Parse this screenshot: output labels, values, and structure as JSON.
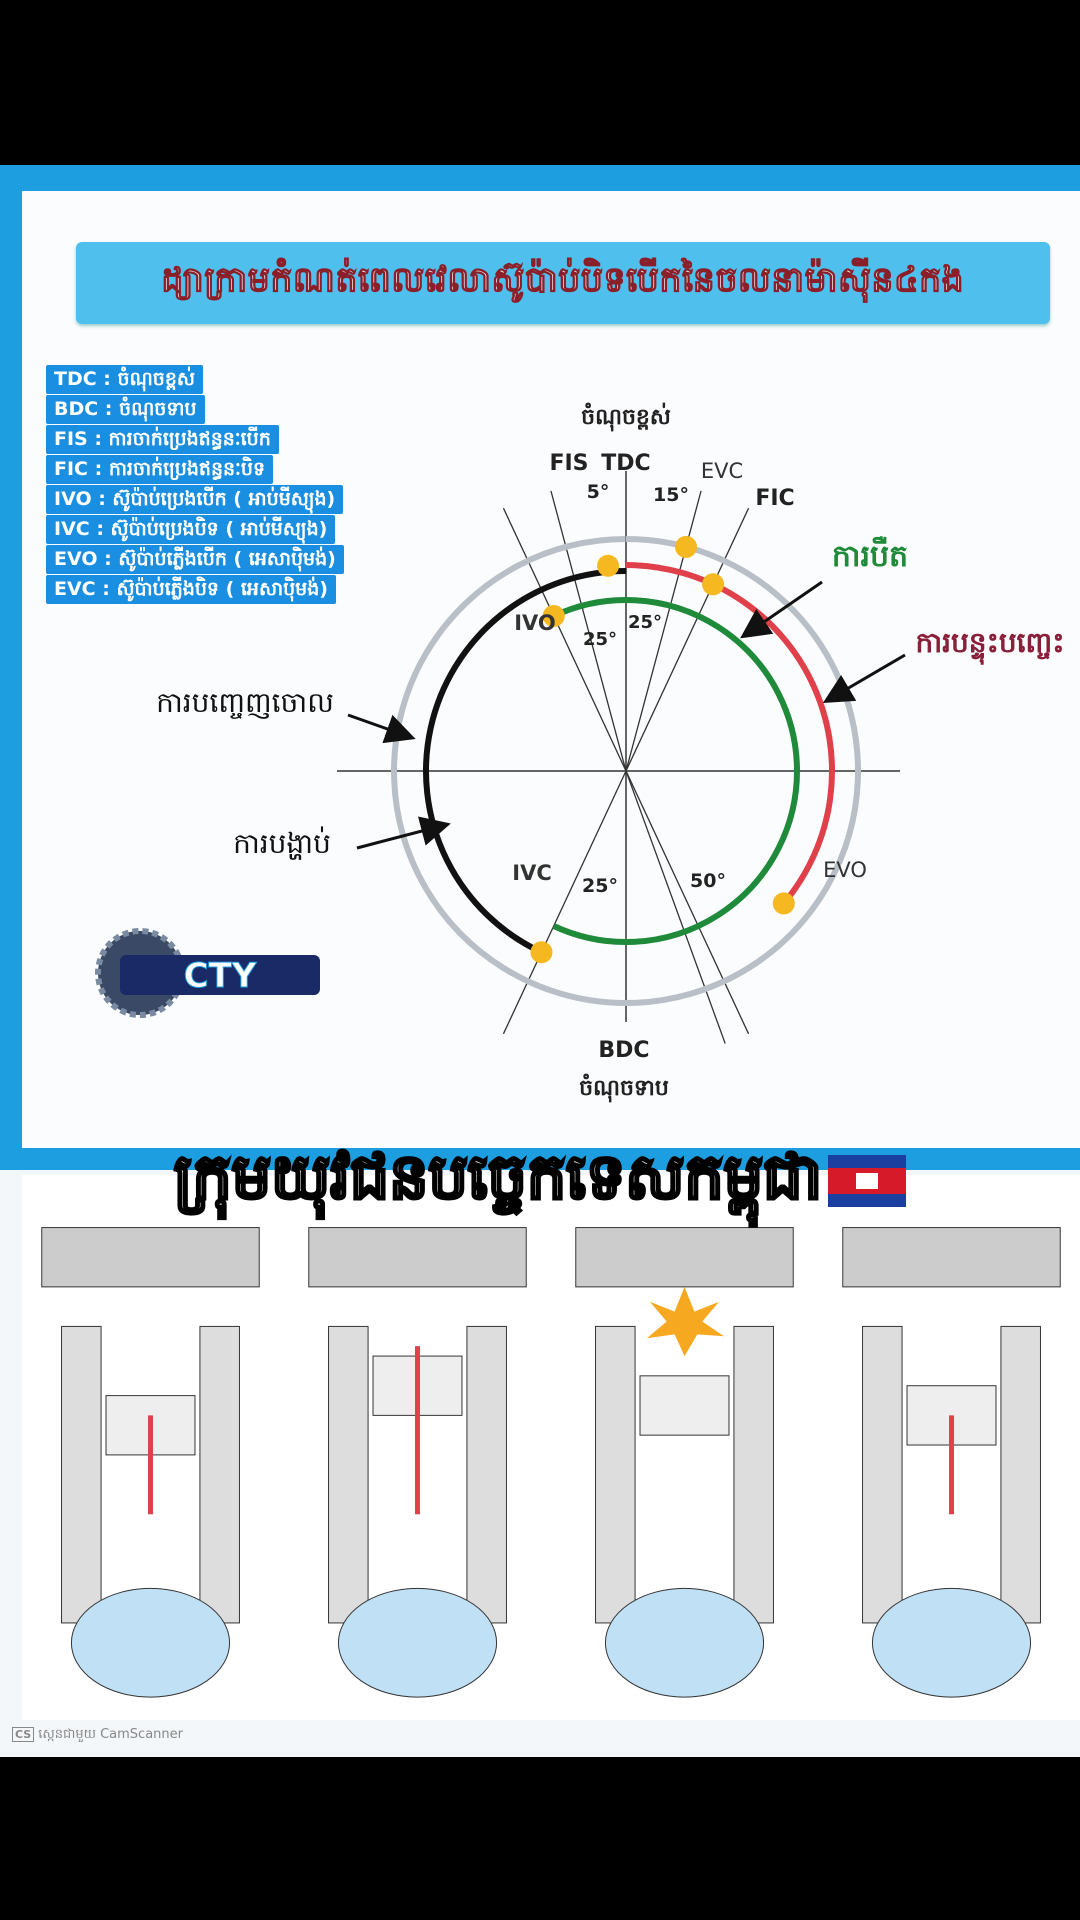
{
  "title": "ដ្យាក្រាមកំណត់ពេលវេលាស៊ូប៉ាប់បិទបើកនៃចលនាម៉ាស៊ីន៤កង",
  "legend": [
    "TDC : ចំណុចខ្ពស់",
    "BDC : ចំណុចទាប",
    "FIS : ការចាក់ប្រេងឥន្ធនៈបើក",
    "FIC : ការចាក់ប្រេងឥន្ធនៈបិទ",
    "IVO : ស៊ូប៉ាប់ប្រេងបើក ( អាប់មីស្យុង)",
    "IVC : ស៊ូប៉ាប់ប្រេងបិទ ( អាប់មីស្យុង)",
    "EVO : ស៊ូប៉ាប់ភ្លើងបើក ( អេសាប៉ិមង់)",
    "EVC : ស៊ូប៉ាប់ភ្លើងបិទ ( អេសាប៉ិមង់)"
  ],
  "diagram": {
    "tdc_kh": "ចំណុចខ្ពស់",
    "bdc_kh": "ចំណុចទាប",
    "fis": "FIS",
    "tdc": "TDC",
    "evc": "EVC",
    "fic": "FIC",
    "ivo": "IVO",
    "ivc": "IVC",
    "evo": "EVO",
    "bdc": "BDC",
    "a5": "5°",
    "a15": "15°",
    "a25_ivo": "25°",
    "a25_evc": "25°",
    "a25_ivc": "25°",
    "a50": "50°",
    "intake": "ការបឺត",
    "power": "ការបន្ទុះបញ្ចេះ",
    "exhaust": "ការបញ្ចេញចោល",
    "compression": "ការបង្ហាប់",
    "logo": "CTY"
  },
  "colors": {
    "intake": "#1e8a3a",
    "power": "#e0404a",
    "compression": "#111111",
    "outer": "#b8bfc6",
    "point": "#f5b820",
    "accent": "#1d9ee0"
  },
  "caption": "ក្រុមយុវជនបច្ចេកទេសកម្ពុជា",
  "scanner": {
    "badge": "CS",
    "text": "ស្កេនជាមួយ CamScanner"
  }
}
